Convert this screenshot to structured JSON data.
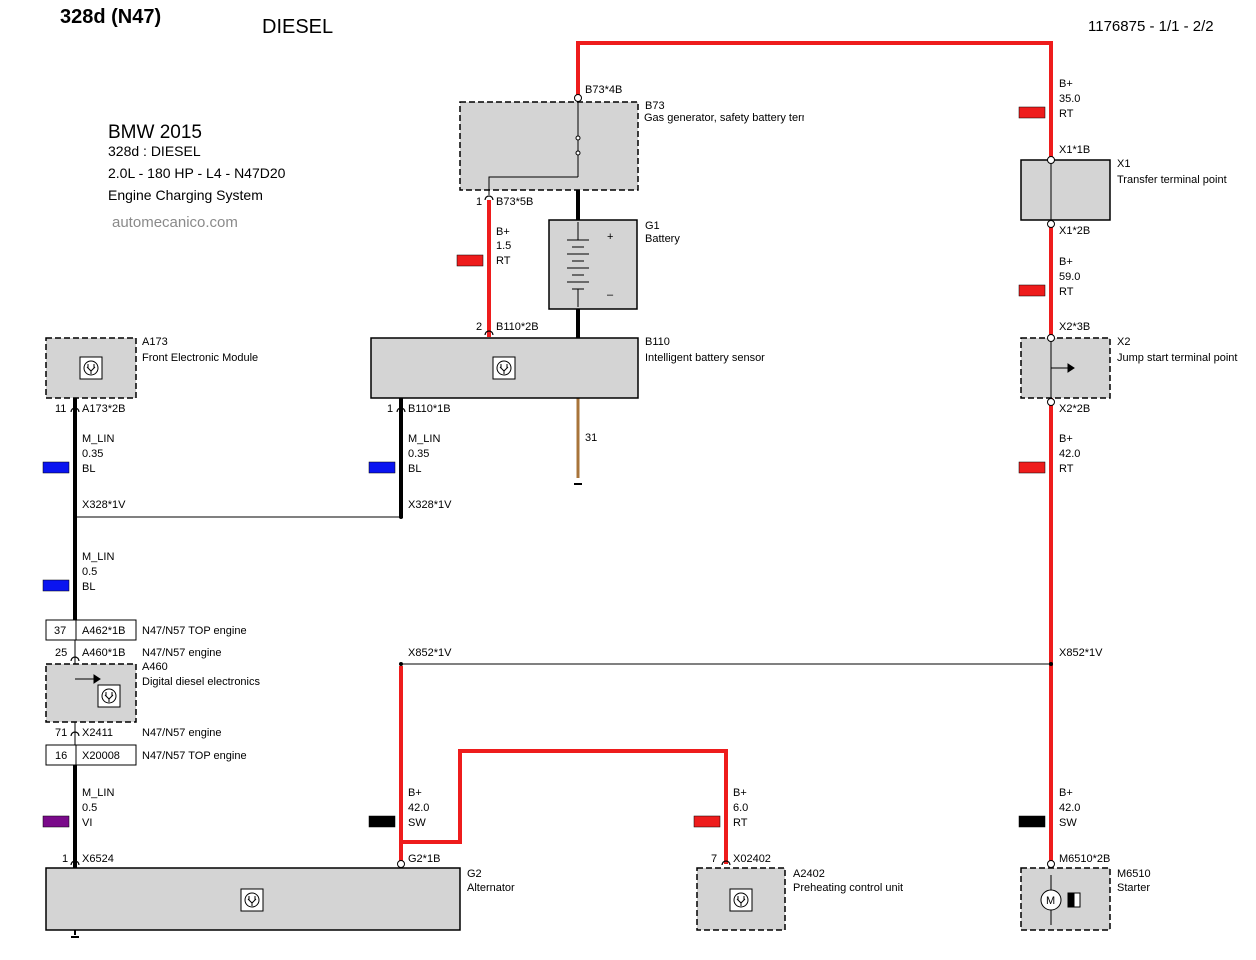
{
  "header": {
    "model": "328d (N47)",
    "fuel": "DIESEL",
    "reference": "1176875 - 1/1  - 2/2"
  },
  "info": {
    "line1": "BMW 2015",
    "line2": "328d  : DIESEL",
    "line3": "2.0L - 180 HP - L4 - N47D20",
    "line4": "Engine Charging System",
    "line5": "automecanico.com"
  },
  "colors": {
    "red_wire": "#ee1c1c",
    "blue_wire": "#0a14f0",
    "violet_wire": "#7a0a8a",
    "black_wire": "#000000",
    "brown_wire": "#a8743a",
    "component_fill": "#d4d4d4"
  },
  "components": {
    "b73": {
      "id": "B73",
      "name": "Gas generator, safety battery terminal"
    },
    "g1": {
      "id": "G1",
      "name": "Battery",
      "plus": "+",
      "minus": "–"
    },
    "b110": {
      "id": "B110",
      "name": "Intelligent battery sensor"
    },
    "a173": {
      "id": "A173",
      "name": "Front Electronic Module"
    },
    "x1": {
      "id": "X1",
      "name": "Transfer terminal point"
    },
    "x2": {
      "id": "X2",
      "name": "Jump start terminal point"
    },
    "a460": {
      "id": "A460",
      "name": "Digital diesel electronics"
    },
    "g2": {
      "id": "G2",
      "name": "Alternator"
    },
    "a2402": {
      "id": "A2402",
      "name": "Preheating control unit"
    },
    "m6510": {
      "id": "M6510",
      "name": "Starter"
    }
  },
  "pins": {
    "b73_4b": "B73*4B",
    "b73_5b_num": "1",
    "b73_5b": "B73*5B",
    "b110_2b_num": "2",
    "b110_2b": "B110*2B",
    "b110_1b_num": "1",
    "b110_1b": "B110*1B",
    "a173_2b_num": "11",
    "a173_2b": "A173*2B",
    "x1_1b": "X1*1B",
    "x1_2b": "X1*2B",
    "x2_3b": "X2*3B",
    "x2_2b": "X2*2B",
    "x328_left": "X328*1V",
    "x328_right": "X328*1V",
    "a462_num": "37",
    "a462": "A462*1B",
    "a462_desc": "N47/N57 TOP engine",
    "a460_num": "25",
    "a460_1b": "A460*1B",
    "a460_desc": "N47/N57 engine",
    "x2411_num": "71",
    "x2411": "X2411",
    "x2411_desc": "N47/N57 engine",
    "x20008_num": "16",
    "x20008": "X20008",
    "x20008_desc": "N47/N57 TOP engine",
    "x852_left": "X852*1V",
    "x852_right": "X852*1V",
    "x6524_num": "1",
    "x6524": "X6524",
    "g2_1b": "G2*1B",
    "x02402_num": "7",
    "x02402": "X02402",
    "m6510_2b": "M6510*2B"
  },
  "wires": {
    "w_b73_b110": {
      "signal": "B+",
      "size": "1.5",
      "color": "RT"
    },
    "w_top_x1": {
      "signal": "B+",
      "size": "35.0",
      "color": "RT"
    },
    "w_x1_x2": {
      "signal": "B+",
      "size": "59.0",
      "color": "RT"
    },
    "w_x2_m6510": {
      "signal": "B+",
      "size": "42.0",
      "color": "RT"
    },
    "w_a173": {
      "signal": "M_LIN",
      "size": "0.35",
      "color": "BL"
    },
    "w_b110_lin": {
      "signal": "M_LIN",
      "size": "0.35",
      "color": "BL"
    },
    "w_lin_05": {
      "signal": "M_LIN",
      "size": "0.5",
      "color": "BL"
    },
    "w_lin_vi": {
      "signal": "M_LIN",
      "size": "0.5",
      "color": "VI"
    },
    "w_ground": {
      "label": "31"
    },
    "w_g2": {
      "signal": "B+",
      "size": "42.0",
      "color": "SW"
    },
    "w_a2402": {
      "signal": "B+",
      "size": "6.0",
      "color": "RT"
    },
    "w_m6510": {
      "signal": "B+",
      "size": "42.0",
      "color": "SW"
    }
  }
}
